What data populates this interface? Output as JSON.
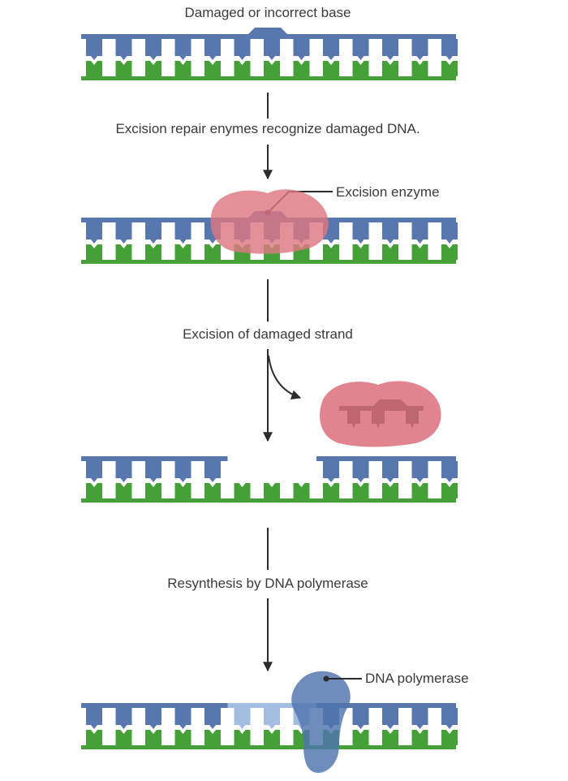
{
  "labels": {
    "damaged_base": "Damaged or incorrect base",
    "step_recognize": "Excision repair enymes recognize damaged DNA.",
    "excision_enzyme": "Excision enzyme",
    "step_excision": "Excision of damaged strand",
    "step_resynthesis": "Resynthesis by DNA polymerase",
    "dna_polymerase": "DNA polymerase"
  },
  "colors": {
    "top_strand": "#5777ae",
    "bottom_strand": "#45a038",
    "new_strand": "#a3bde0",
    "enzyme": "#de7783",
    "polymerase": "#4f74ad",
    "arrow": "#2b2b2b"
  }
}
